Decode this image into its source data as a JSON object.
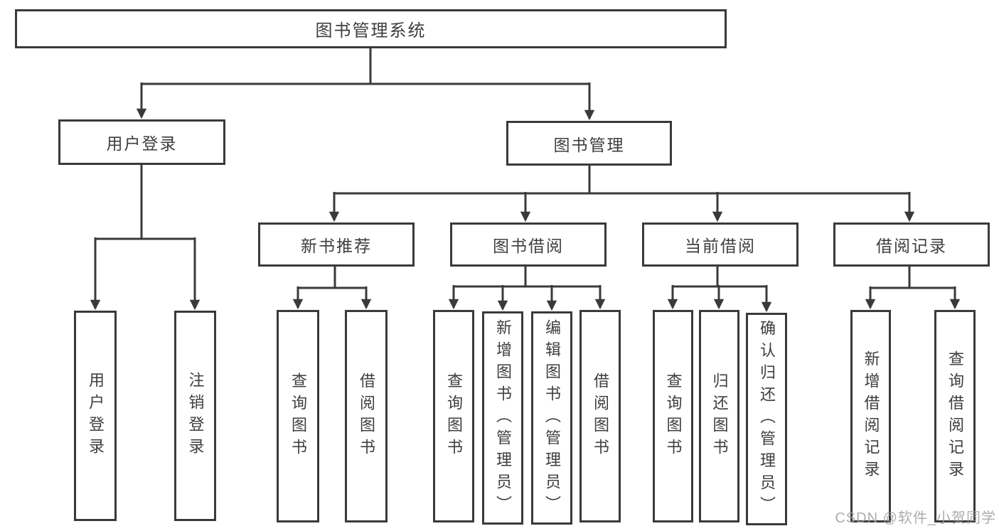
{
  "diagram": {
    "type": "hierarchy",
    "tree": {
      "label": "图书管理系统",
      "children": [
        {
          "label": "用户登录",
          "children": [
            {
              "label": "用户登录"
            },
            {
              "label": "注销登录"
            }
          ]
        },
        {
          "label": "图书管理",
          "children": [
            {
              "label": "新书推荐",
              "children": [
                {
                  "label": "查询图书"
                },
                {
                  "label": "借阅图书"
                }
              ]
            },
            {
              "label": "图书借阅",
              "children": [
                {
                  "label": "查询图书"
                },
                {
                  "label": "新增图书（管理员）"
                },
                {
                  "label": "编辑图书（管理员）"
                },
                {
                  "label": "借阅图书"
                }
              ]
            },
            {
              "label": "当前借阅",
              "children": [
                {
                  "label": "查询图书"
                },
                {
                  "label": "归还图书"
                },
                {
                  "label": "确认归还（管理员）"
                }
              ]
            },
            {
              "label": "借阅记录",
              "children": [
                {
                  "label": "新增借阅记录"
                },
                {
                  "label": "查询借阅记录"
                }
              ]
            }
          ]
        }
      ]
    }
  },
  "watermark": "CSDN @软件_小贺同学",
  "colors": {
    "line": "#3a3a3c",
    "text": "#3e3e40",
    "background": "#ffffff",
    "watermark": "#9e9e9e"
  }
}
